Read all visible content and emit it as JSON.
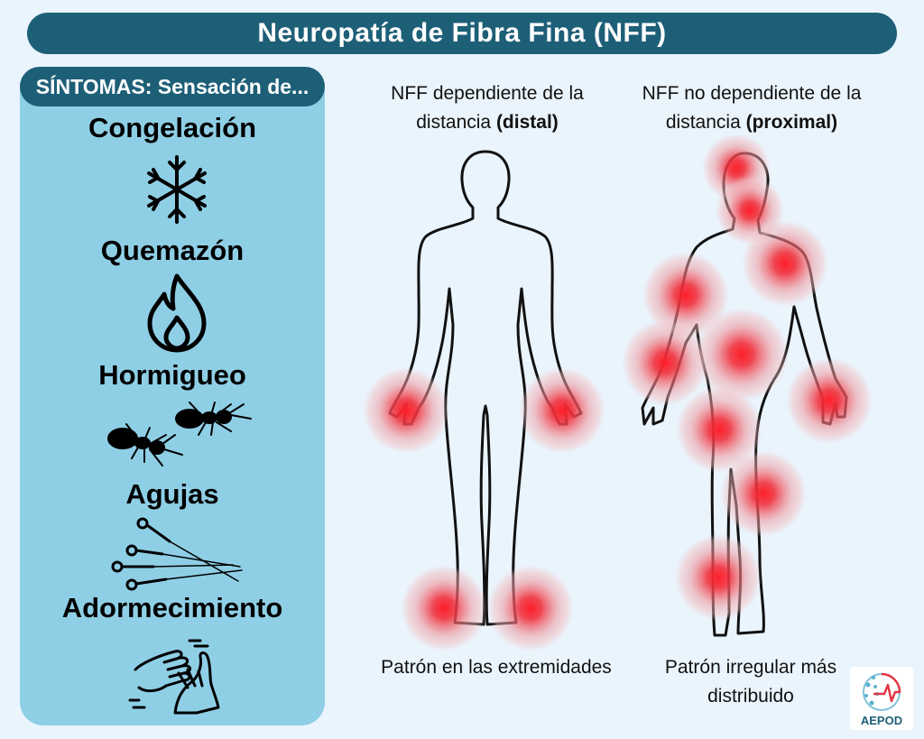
{
  "title": "Neuropatía de Fibra Fina (NFF)",
  "symptoms": {
    "header": "SÍNTOMAS: Sensación de...",
    "items": [
      {
        "label": "Congelación",
        "icon": "snowflake-icon"
      },
      {
        "label": "Quemazón",
        "icon": "flame-icon"
      },
      {
        "label": "Hormigueo",
        "icon": "ants-icon"
      },
      {
        "label": "Agujas",
        "icon": "needles-icon"
      },
      {
        "label": "Adormecimiento",
        "icon": "rubbing-hands-icon"
      }
    ]
  },
  "distal": {
    "title_pre": "NFF dependiente de la distancia ",
    "title_bold": "(distal)",
    "caption": "Patrón en las extremidades"
  },
  "proximal": {
    "title_pre": "NFF no dependiente de la distancia ",
    "title_bold": "(proximal)",
    "caption": "Patrón irregular más distribuido"
  },
  "logo": {
    "text": "AEPOD"
  },
  "colors": {
    "title_bg": "#1e5f78",
    "panel_bg": "#8fcfe6",
    "page_bg": "#eaf4fc",
    "pain_red": "#e8202a"
  }
}
